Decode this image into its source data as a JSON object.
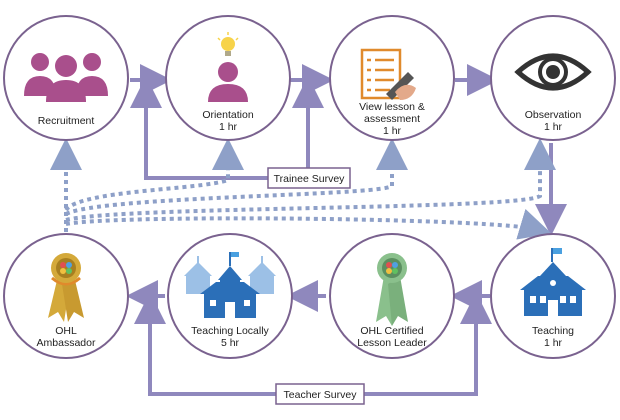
{
  "colors": {
    "circle_stroke": "#7a628f",
    "arrow": "#8f88bd",
    "dashed": "#8ea0c8",
    "people": "#a94f8c",
    "blue": "#2b6fb8",
    "gold": "#d4a93a",
    "green": "#8ac08c"
  },
  "nodes": {
    "recruitment": {
      "label": "Recruitment",
      "icon": "people-group-icon"
    },
    "orientation": {
      "label": "Orientation",
      "sub": "1 hr",
      "icon": "person-lightbulb-icon"
    },
    "view_lesson": {
      "label": "View lesson &",
      "label2": "assessment",
      "sub": "1 hr",
      "icon": "clipboard-checklist-icon"
    },
    "observation": {
      "label": "Observation",
      "sub": "1 hr",
      "icon": "eye-icon"
    },
    "teaching": {
      "label": "Teaching",
      "sub": "1 hr",
      "icon": "school-building-icon"
    },
    "ohl_certified": {
      "label": "OHL Certified",
      "label2": "Lesson Leader",
      "icon": "green-ribbon-award-icon"
    },
    "teaching_locally": {
      "label": "Teaching Locally",
      "sub": "5 hr",
      "icon": "schools-cluster-icon"
    },
    "ohl_ambassador": {
      "label": "OHL",
      "label2": "Ambassador",
      "icon": "gold-ribbon-award-icon"
    }
  },
  "surveys": {
    "trainee": "Trainee Survey",
    "teacher": "Teacher Survey"
  }
}
